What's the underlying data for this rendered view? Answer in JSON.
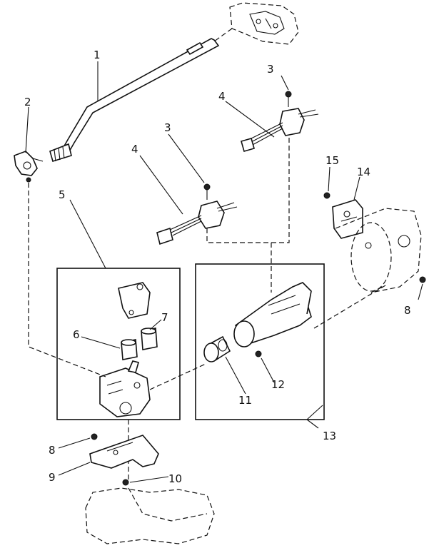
{
  "diagram": {
    "callouts": {
      "c1": "1",
      "c2": "2",
      "c3a": "3",
      "c3b": "3",
      "c4a": "4",
      "c4b": "4",
      "c5": "5",
      "c6": "6",
      "c7": "7",
      "c8a": "8",
      "c8b": "8",
      "c9": "9",
      "c10": "10",
      "c11": "11",
      "c12": "12",
      "c13": "13",
      "c14": "14",
      "c15": "15"
    }
  }
}
